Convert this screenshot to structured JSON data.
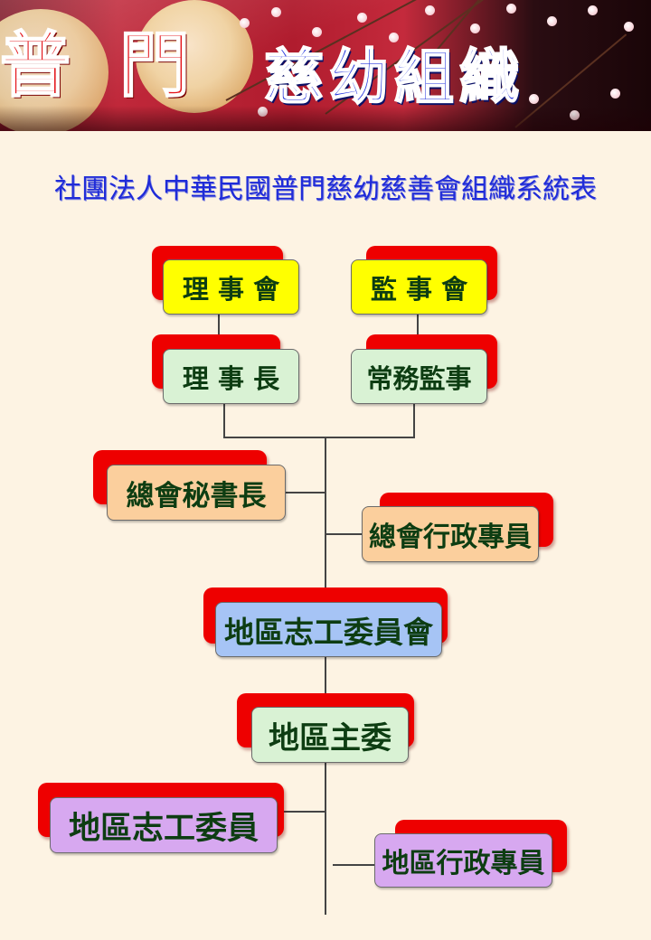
{
  "header": {
    "logo_chars": [
      "普",
      "門"
    ],
    "title": "慈幼組織"
  },
  "subtitle": "社團法人中華民國普門慈幼慈善會組織系統表",
  "nodes": {
    "board": "理 事 會",
    "supervisors": "監 事 會",
    "chairman": "理 事 長",
    "standing_supervisor": "常務監事",
    "secretary_general": "總會秘書長",
    "admin_staff": "總會行政專員",
    "regional_committee": "地區志工委員會",
    "regional_director": "地區主委",
    "regional_volunteer": "地區志工委員",
    "regional_admin": "地區行政專員"
  },
  "colors": {
    "shadow_red": "#ee0000",
    "yellow": "#ffff00",
    "green": "#d9f2d4",
    "orange": "#fbcf9d",
    "blue": "#a6c4f5",
    "purple": "#d7a8f0",
    "title_blue": "#1f2bd8"
  }
}
